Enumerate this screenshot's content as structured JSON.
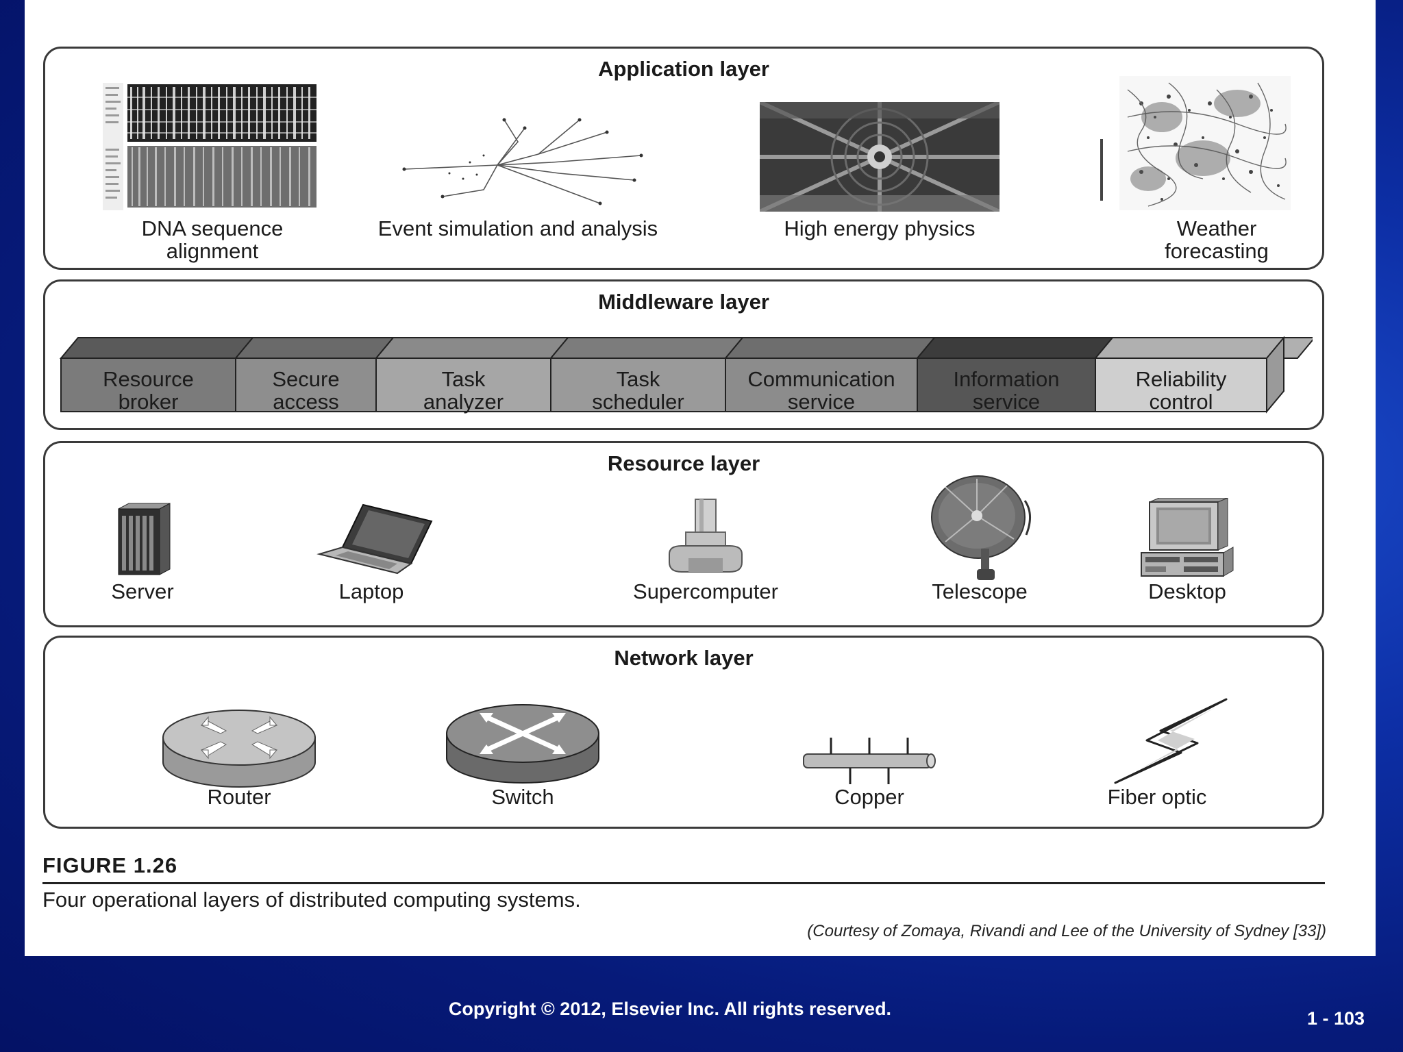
{
  "layers": {
    "application": {
      "title": "Application layer",
      "items": [
        {
          "label": "DNA sequence\nalignment"
        },
        {
          "label": "Event simulation and analysis"
        },
        {
          "label": "High energy physics"
        },
        {
          "label": "Weather\nforecasting"
        }
      ]
    },
    "middleware": {
      "title": "Middleware layer",
      "blocks": [
        {
          "label": "Resource\nbroker",
          "color": "#7b7b7b"
        },
        {
          "label": "Secure\naccess",
          "color": "#8e8e8e"
        },
        {
          "label": "Task\nanalyzer",
          "color": "#a6a6a6"
        },
        {
          "label": "Task\nscheduler",
          "color": "#9a9a9a"
        },
        {
          "label": "Communication\nservice",
          "color": "#8c8c8c"
        },
        {
          "label": "Information\nservice",
          "color": "#565656"
        },
        {
          "label": "Reliability\ncontrol",
          "color": "#cfcfcf"
        }
      ]
    },
    "resource": {
      "title": "Resource layer",
      "items": [
        {
          "label": "Server"
        },
        {
          "label": "Laptop"
        },
        {
          "label": "Supercomputer"
        },
        {
          "label": "Telescope"
        },
        {
          "label": "Desktop"
        }
      ]
    },
    "network": {
      "title": "Network layer",
      "items": [
        {
          "label": "Router"
        },
        {
          "label": "Switch"
        },
        {
          "label": "Copper"
        },
        {
          "label": "Fiber optic"
        }
      ]
    }
  },
  "caption": {
    "figure_number": "FIGURE 1.26",
    "text": "Four operational layers of distributed computing systems.",
    "courtesy": "(Courtesy of Zomaya, Rivandi and Lee of the University of Sydney [33])"
  },
  "footer": {
    "copyright": "Copyright © 2012, Elsevier Inc. All rights reserved.",
    "page": "1 - 103"
  }
}
